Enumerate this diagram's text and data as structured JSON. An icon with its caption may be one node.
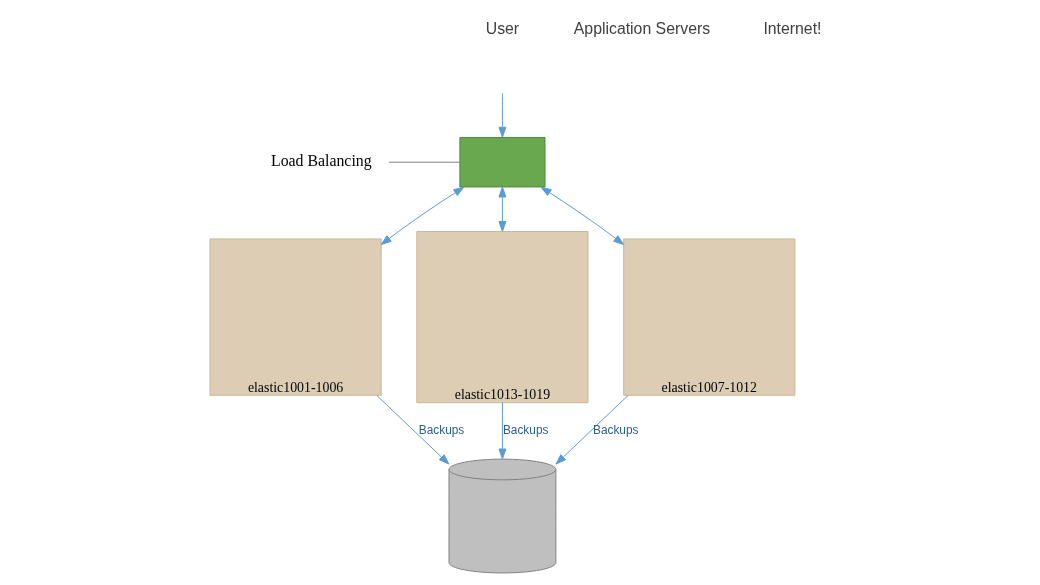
{
  "diagram": {
    "nodes": [
      {
        "text": [
          "Load Balancing"
        ]
      },
      {
        "text": [],
        "shape": "box"
      },
      {
        "text": [
          "elastic1001-1006"
        ]
      },
      {
        "text": [
          "elastic1013-1019"
        ]
      },
      {
        "text": [
          "elastic1007-1012"
        ]
      },
      {
        "text": [],
        "shape": "cylinder"
      }
    ],
    "edges": [
      {
        "from": null,
        "to": 1,
        "arrow": "to"
      },
      {
        "from": 0,
        "to": 1,
        "arrow": "none"
      },
      {
        "from": 1,
        "to": 2,
        "arrow": "both"
      },
      {
        "from": 1,
        "to": 3,
        "arrow": "both"
      },
      {
        "from": 1,
        "to": 4,
        "arrow": "both"
      },
      {
        "from": 4,
        "to": 5,
        "arrow": "to",
        "label": "Backups"
      },
      {
        "from": 3,
        "to": 5,
        "arrow": "to",
        "label": "Backups"
      },
      {
        "from": 2,
        "to": 5,
        "arrow": "to",
        "label": "Backups"
      }
    ],
    "labels": [
      "User",
      "Application Servers",
      "Internet!"
    ]
  }
}
